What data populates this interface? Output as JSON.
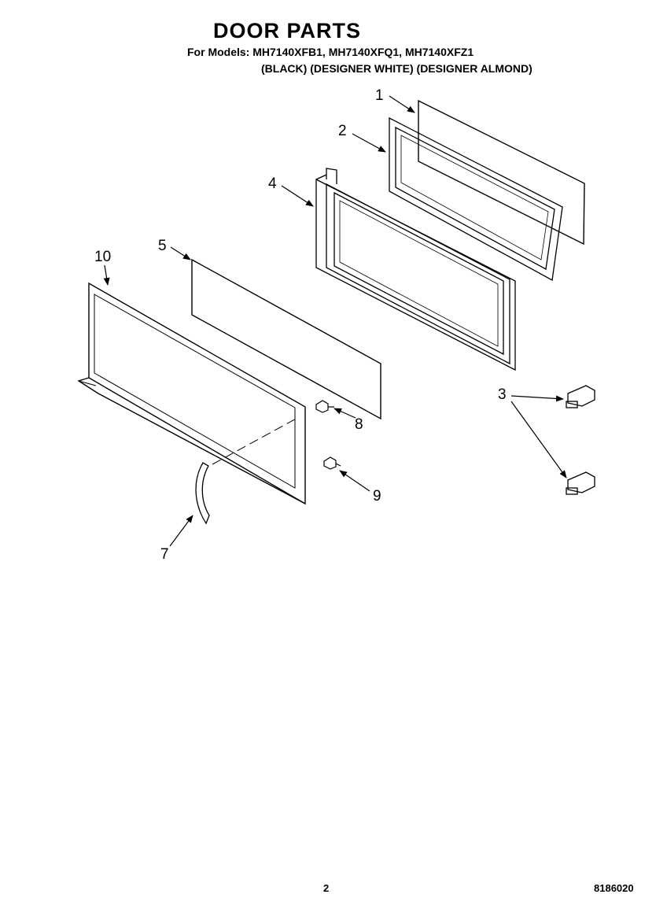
{
  "header": {
    "title": "DOOR PARTS",
    "models_line": "For Models: MH7140XFB1, MH7140XFQ1, MH7140XFZ1",
    "colors_line": "(BLACK) (DESIGNER WHITE) (DESIGNER ALMOND)"
  },
  "callouts": [
    "1",
    "2",
    "3",
    "4",
    "5",
    "7",
    "8",
    "9",
    "10"
  ],
  "parts": {
    "c1": "1",
    "c2": "2",
    "c3": "3",
    "c4": "4",
    "c5": "5",
    "c7": "7",
    "c8": "8",
    "c9": "9",
    "c10": "10"
  },
  "footer": {
    "page_number": "2",
    "document_number": "8186020"
  }
}
